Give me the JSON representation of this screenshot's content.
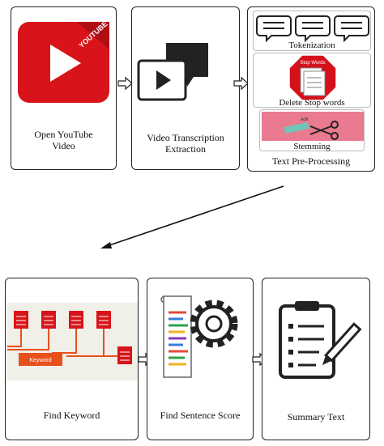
{
  "steps": {
    "open_youtube": {
      "line1": "Open YouTube",
      "line2": "Video",
      "logo_text": "YOUTUBE"
    },
    "transcription": {
      "line1": "Video Transcription",
      "line2": "Extraction"
    },
    "preprocessing": {
      "label": "Text Pre-Processing",
      "tokenization": "Tokenization",
      "delete_stop_words": "Delete Stop words",
      "stop_sign_text": "Stop Words",
      "stemming": "Stemming"
    },
    "find_keyword": {
      "label": "Find Keyword",
      "tag": "Keyword"
    },
    "sentence_score": {
      "label": "Find Sentence Score"
    },
    "summary": {
      "label": "Summary Text"
    }
  },
  "colors": {
    "youtube_red": "#d8141a",
    "stop_red": "#d4111b",
    "keyword_orange": "#e8501c",
    "pink": "#e97a8f"
  }
}
